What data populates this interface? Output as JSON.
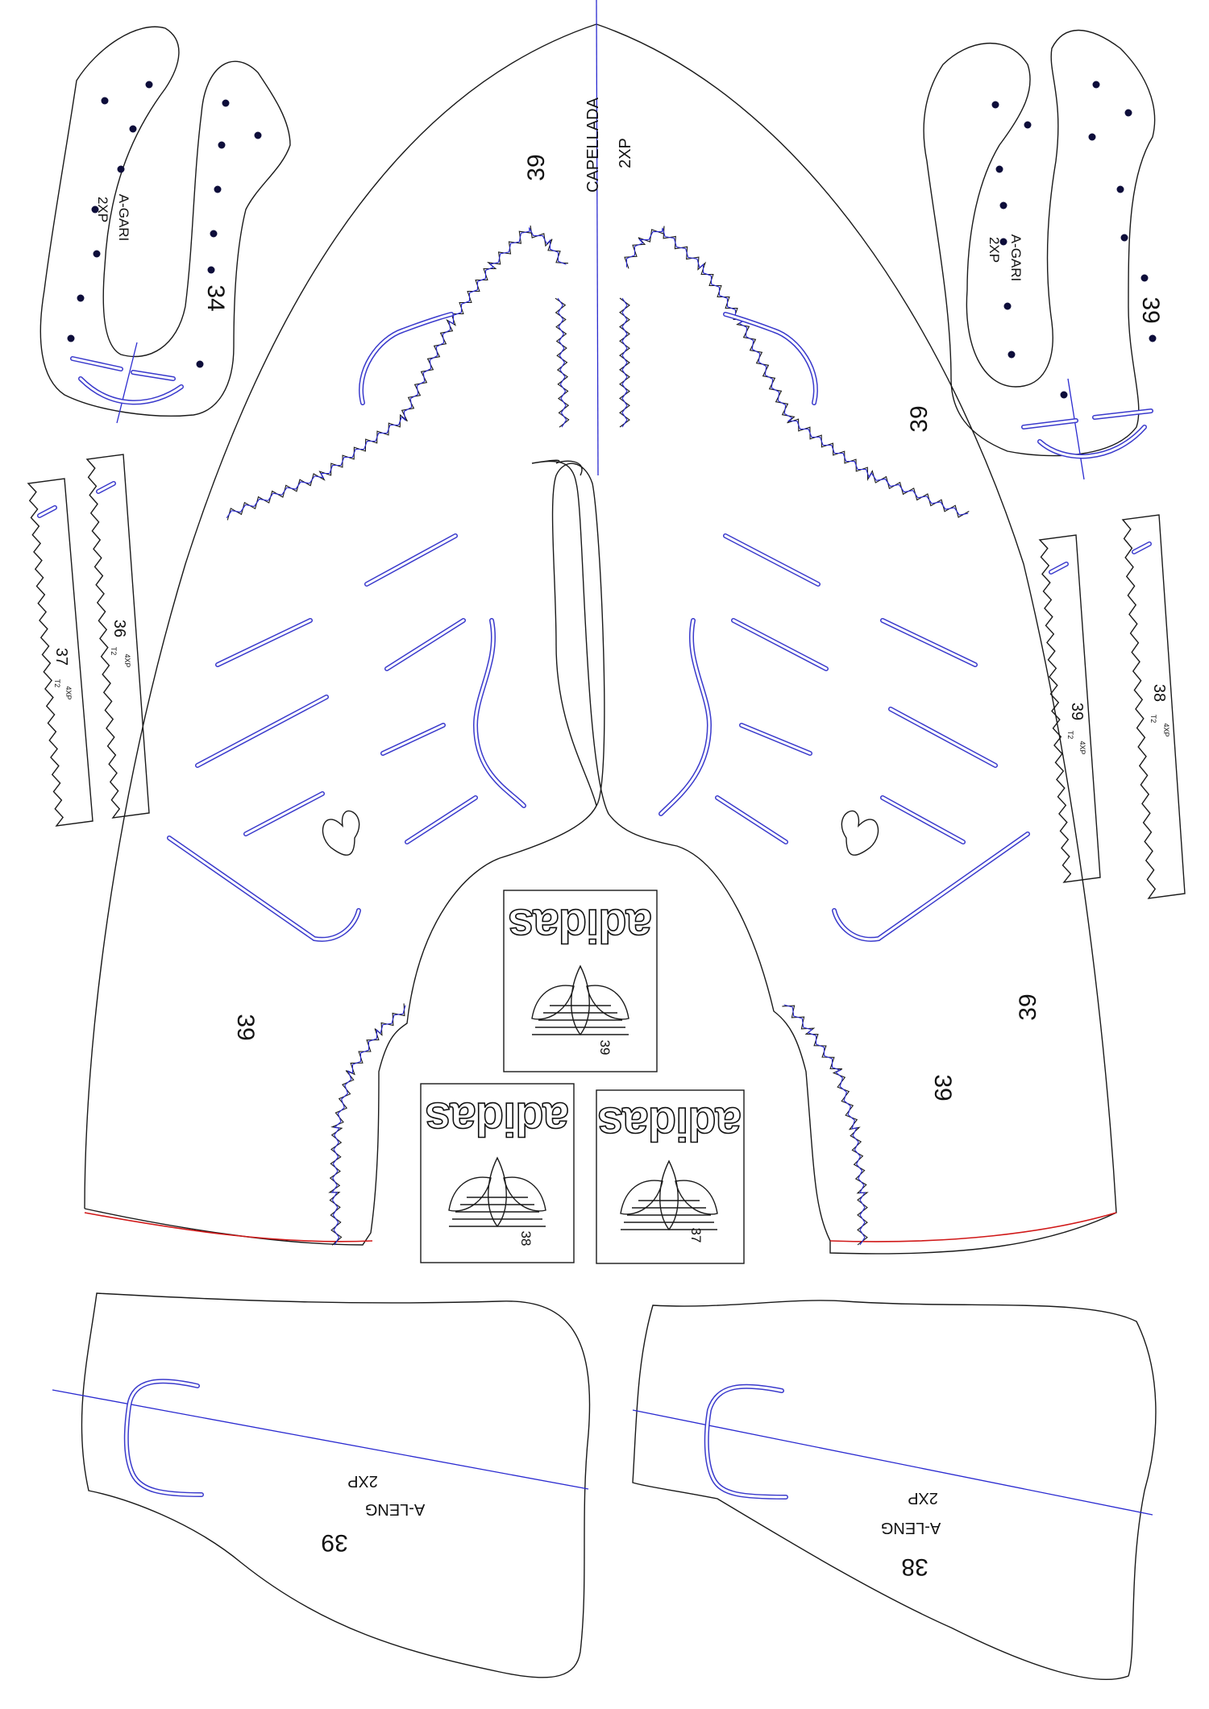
{
  "vamp": {
    "name": "CAPELLADA",
    "qty": "2XP",
    "size_top": "39",
    "size_right_top": "39",
    "size_left_bottom": "39",
    "size_right_bottom": "39",
    "size_right_mid": "39"
  },
  "eyestays": [
    {
      "name": "A-GARI",
      "qty": "2XP",
      "size": "34"
    },
    {
      "name": "A-GARI",
      "qty": "2XP",
      "size": "39"
    }
  ],
  "strips_left": [
    {
      "size": "37",
      "code": "T2",
      "qty": "4XP"
    },
    {
      "size": "36",
      "code": "T2",
      "qty": "4XP"
    }
  ],
  "strips_right": [
    {
      "size": "39",
      "code": "T2",
      "qty": "4XP"
    },
    {
      "size": "38",
      "code": "T2",
      "qty": "4XP"
    }
  ],
  "logos": [
    {
      "brand": "adidas",
      "size": "39"
    },
    {
      "brand": "adidas",
      "size": "38"
    },
    {
      "brand": "adidas",
      "size": "37"
    }
  ],
  "tongues": [
    {
      "name": "A-LENG",
      "qty": "2XP",
      "size": "39"
    },
    {
      "name": "A-LENG",
      "qty": "2XP",
      "size": "38"
    }
  ],
  "colors": {
    "outline": "#1a1a1a",
    "guide": "#2a2ad0",
    "hem": "#d01818"
  }
}
